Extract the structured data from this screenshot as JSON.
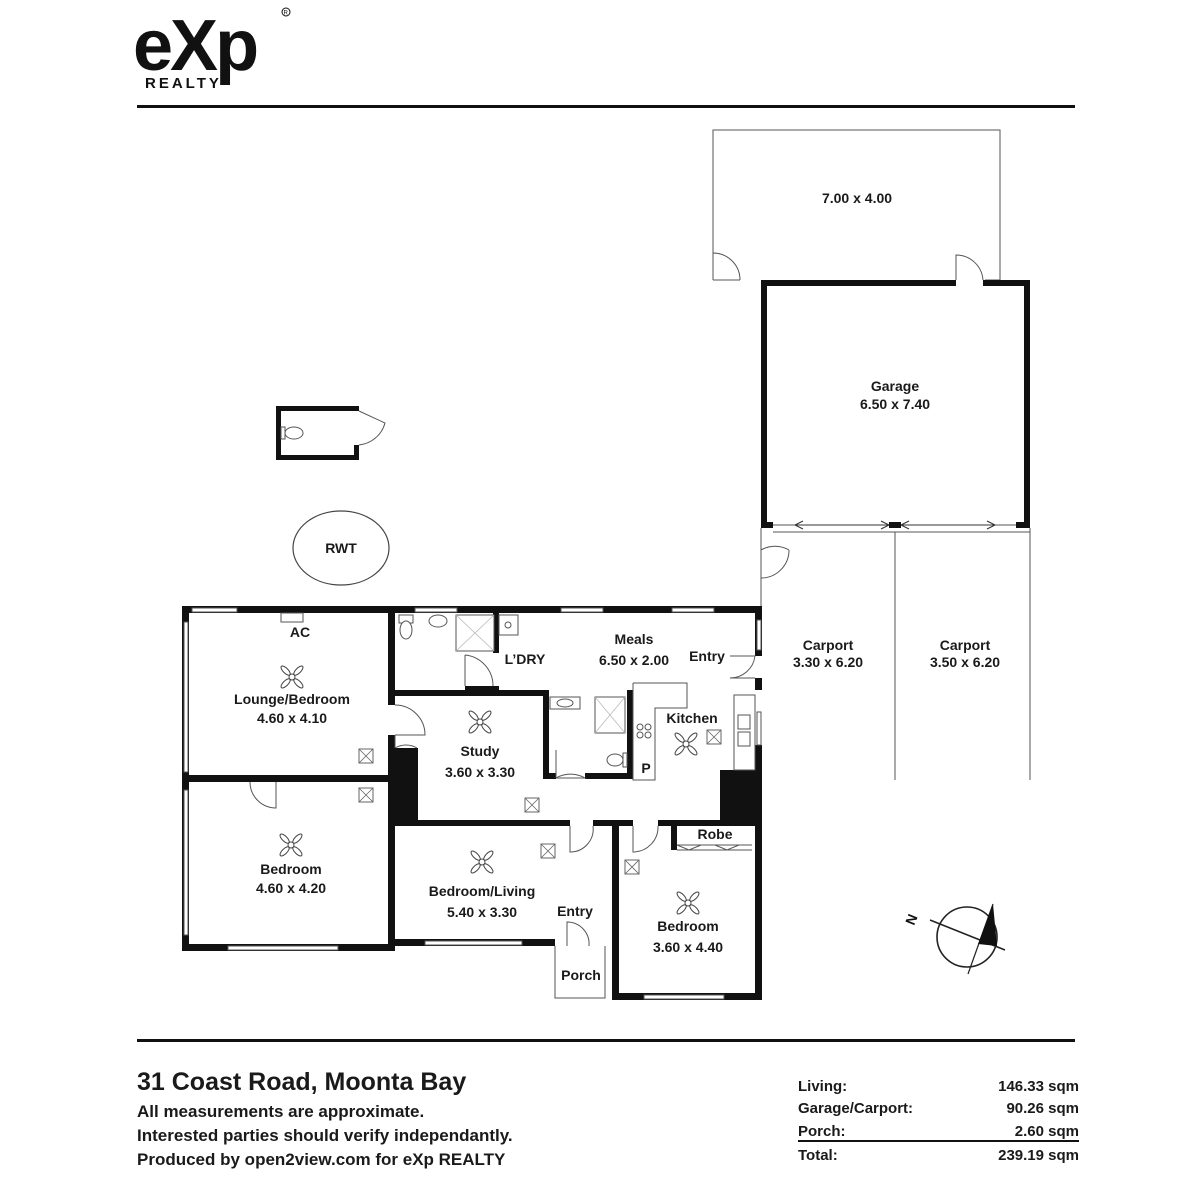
{
  "brand": {
    "name": "eXp",
    "sub": "REALTY"
  },
  "rooms": {
    "outdoor": {
      "dims": "7.00 x 4.00"
    },
    "garage": {
      "name": "Garage",
      "dims": "6.50 x 7.40"
    },
    "rwt": {
      "name": "RWT"
    },
    "carport1": {
      "name": "Carport",
      "dims": "3.30 x 6.20"
    },
    "carport2": {
      "name": "Carport",
      "dims": "3.50 x 6.20"
    },
    "ac": {
      "name": "AC"
    },
    "lounge": {
      "name": "Lounge/Bedroom",
      "dims": "4.60 x 4.10"
    },
    "laundry": {
      "name": "L’DRY"
    },
    "meals": {
      "name": "Meals",
      "dims": "6.50 x 2.00"
    },
    "entry_top": {
      "name": "Entry"
    },
    "kitchen": {
      "name": "Kitchen"
    },
    "study": {
      "name": "Study",
      "dims": "3.60 x 3.30"
    },
    "pantry": {
      "name": "P"
    },
    "bedroom1": {
      "name": "Bedroom",
      "dims": "4.60 x 4.20"
    },
    "bedroom_living": {
      "name": "Bedroom/Living",
      "dims": "5.40 x 3.30"
    },
    "entry_bottom": {
      "name": "Entry"
    },
    "porch": {
      "name": "Porch"
    },
    "robe": {
      "name": "Robe"
    },
    "bedroom2": {
      "name": "Bedroom",
      "dims": "3.60 x 4.40"
    }
  },
  "compass": {
    "label": "N"
  },
  "footer": {
    "address": "31 Coast Road, Moonta Bay",
    "lines": [
      "All measurements are approximate.",
      "Interested parties should verify independantly.",
      "Produced by open2view.com for eXp REALTY"
    ]
  },
  "areas": [
    {
      "label": "Living:",
      "value": "146.33 sqm"
    },
    {
      "label": "Garage/Carport:",
      "value": "90.26 sqm"
    },
    {
      "label": "Porch:",
      "value": "2.60 sqm"
    },
    {
      "label": "Total:",
      "value": "239.19 sqm"
    }
  ]
}
